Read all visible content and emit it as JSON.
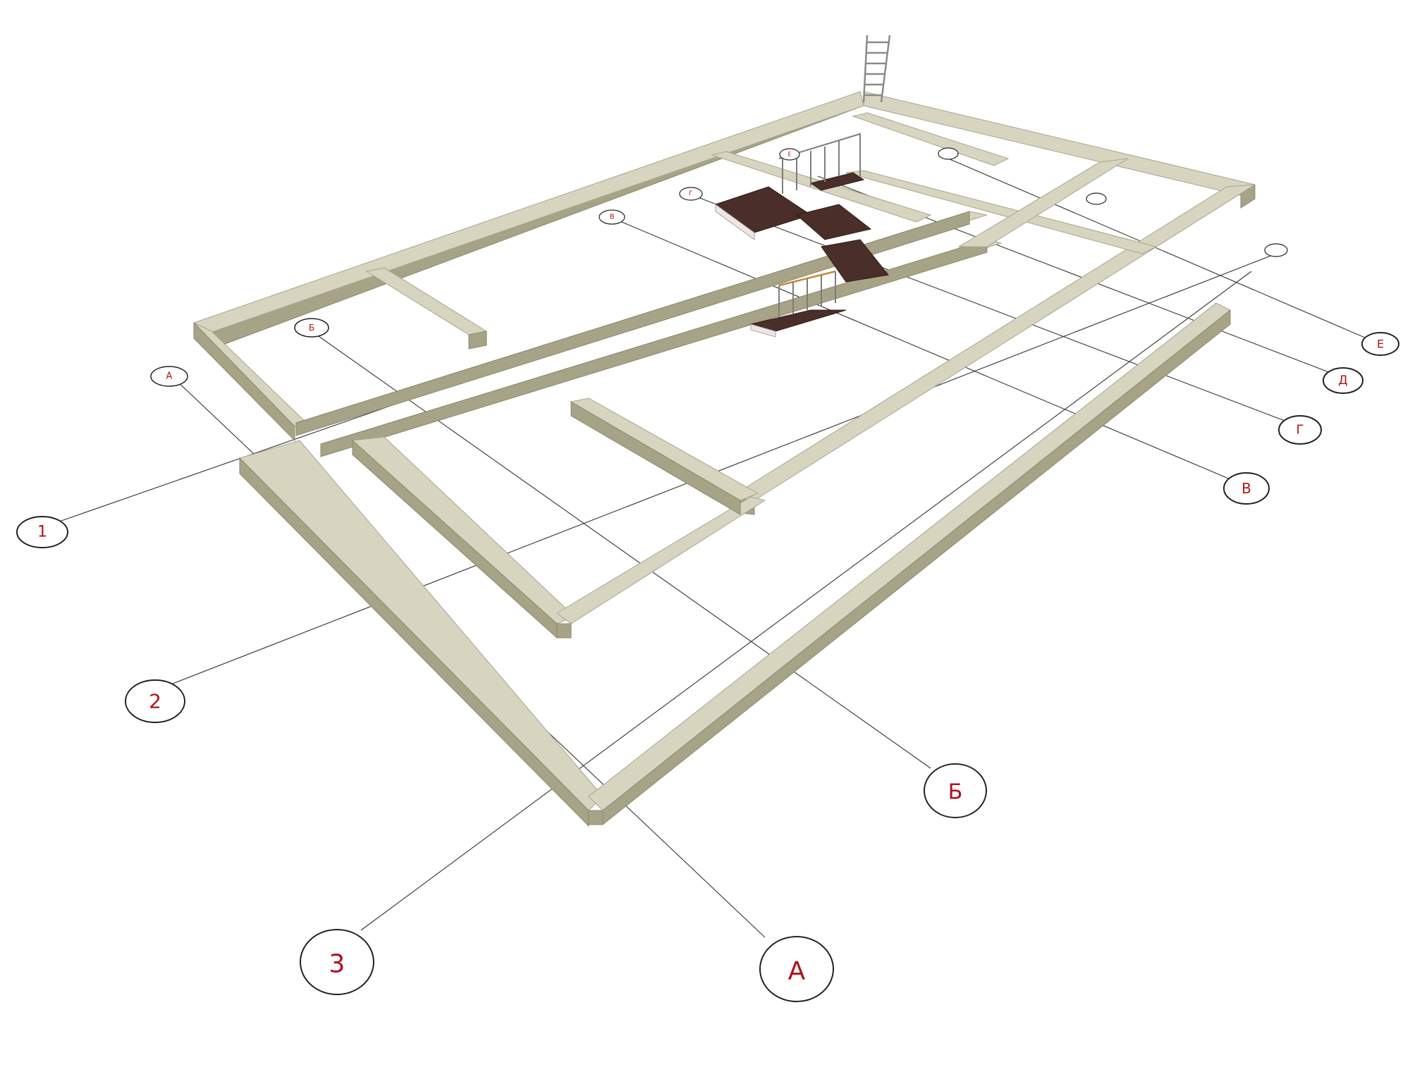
{
  "colors": {
    "background": "#ffffff",
    "beam_top": "#d7d4bf",
    "beam_side": "#a6a386",
    "stair_tread": "#4a2e2a",
    "axis_label": "#b0121b",
    "bubble_stroke": "#222222"
  },
  "axes": {
    "numeric": [
      {
        "id": "ax-1",
        "label": "1"
      },
      {
        "id": "ax-2",
        "label": "2"
      },
      {
        "id": "ax-3",
        "label": "3"
      }
    ],
    "letter_near": [
      {
        "id": "ax-A",
        "label": "А"
      },
      {
        "id": "ax-B",
        "label": "Б"
      },
      {
        "id": "ax-V",
        "label": "В"
      },
      {
        "id": "ax-G",
        "label": "Г"
      },
      {
        "id": "ax-D",
        "label": "Д"
      },
      {
        "id": "ax-E",
        "label": "Е"
      }
    ],
    "letter_far": [
      {
        "id": "ax-A-far",
        "label": "А"
      },
      {
        "id": "ax-B-far",
        "label": "Б"
      },
      {
        "id": "ax-V-far",
        "label": "В"
      },
      {
        "id": "ax-G-far",
        "label": "Г"
      },
      {
        "id": "ax-E-far",
        "label": "Е"
      }
    ]
  },
  "elements": {
    "foundation": "foundation-strip",
    "stairs": "stair-flight",
    "ladder": "ladder"
  }
}
